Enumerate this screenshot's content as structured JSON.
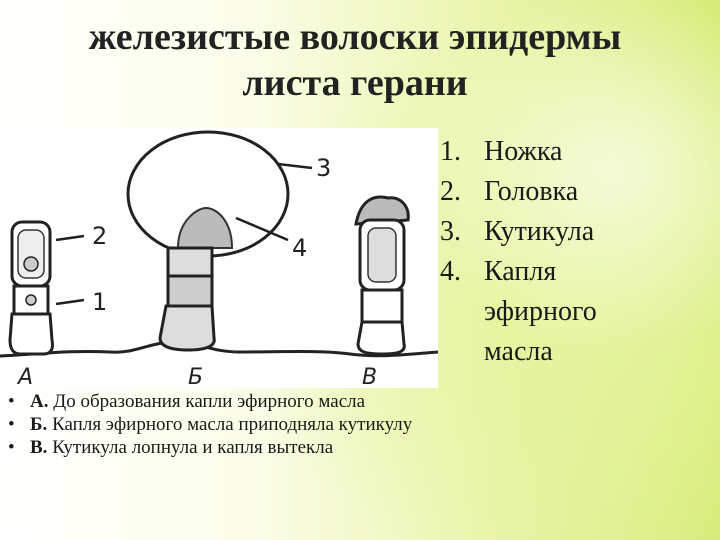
{
  "slide": {
    "title_line1": "железистые волоски эпидермы",
    "title_line2": "листа герани",
    "legend": [
      {
        "num": "1.",
        "text": "Ножка"
      },
      {
        "num": "2.",
        "text": "Головка"
      },
      {
        "num": "3.",
        "text": "Кутикула"
      },
      {
        "num": "4.",
        "text": "Капля эфирного масла"
      }
    ],
    "figure_labels": {
      "n1": "1",
      "n2": "2",
      "n3": "3",
      "n4": "4",
      "A": "А",
      "B": "Б",
      "V": "В"
    },
    "bullets": [
      {
        "bold": "А.",
        "text": " До образования капли эфирного масла"
      },
      {
        "bold": "Б.",
        "text": " Капля эфирного масла приподняла кутикулу"
      },
      {
        "bold": "В.",
        "text": " Кутикула лопнула и капля вытекла"
      }
    ],
    "bullet_glyph": "•"
  }
}
